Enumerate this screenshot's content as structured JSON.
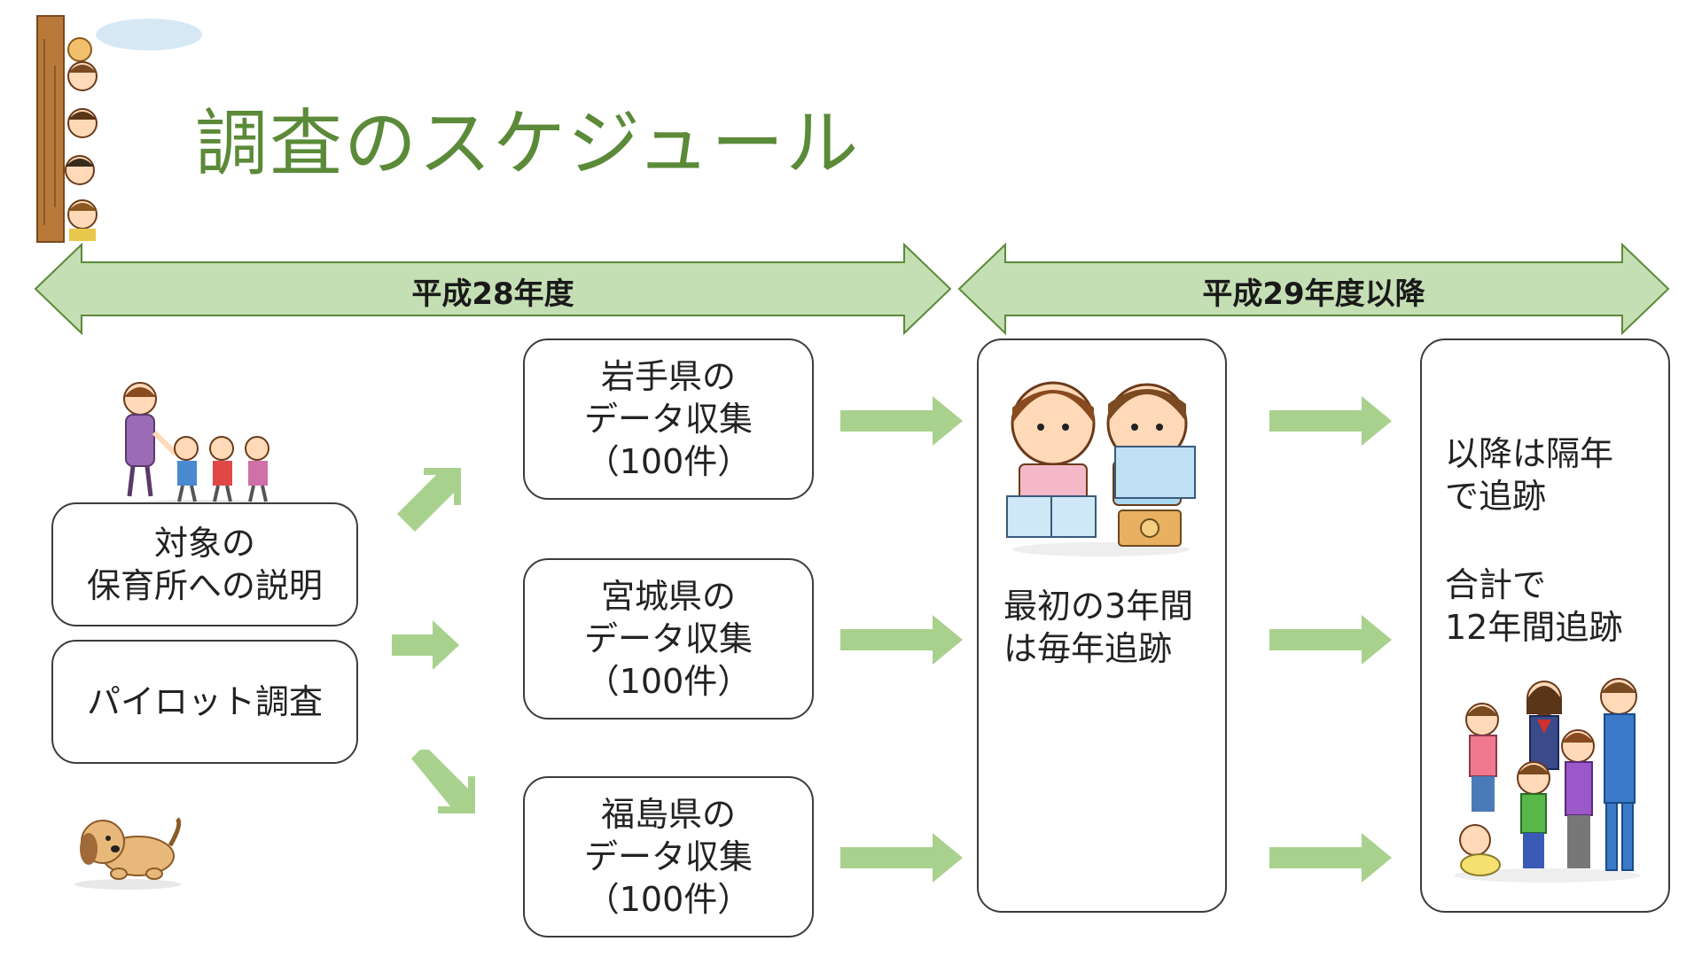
{
  "slide": {
    "title": "調査のスケジュール",
    "accent_color": "#5b8a38",
    "band_color": "#c5dfb4",
    "arrow_color": "#a9d18e"
  },
  "timeline": [
    {
      "label": "平成28年度"
    },
    {
      "label": "平成29年度以降"
    }
  ],
  "left_boxes": [
    {
      "lines": [
        "対象の",
        "保育所への説明"
      ]
    },
    {
      "lines": [
        "パイロット調査"
      ]
    }
  ],
  "regions": [
    {
      "lines": [
        "岩手県の",
        "データ収集",
        "（100件）"
      ]
    },
    {
      "lines": [
        "宮城県の",
        "データ収集",
        "（100件）"
      ]
    },
    {
      "lines": [
        "福島県の",
        "データ収集",
        "（100件）"
      ]
    }
  ],
  "followup": {
    "lines": [
      "最初の3年間",
      "は毎年追跡"
    ]
  },
  "total": {
    "lines_top": [
      "以降は隔年",
      "で追跡"
    ],
    "lines_bottom": [
      "合計で",
      "12年間追跡"
    ]
  },
  "illustrations": {
    "tree": "tree-children-illustration",
    "teacher": "teacher-children-illustration",
    "dog": "dog-illustration",
    "readers": "children-reading-illustration",
    "family": "children-group-illustration"
  }
}
